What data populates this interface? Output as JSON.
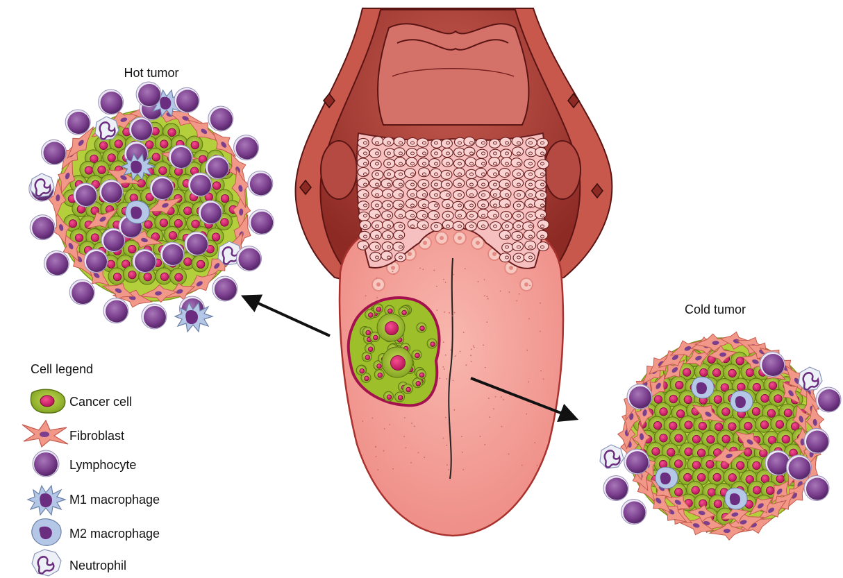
{
  "hot_tumor": {
    "title": "Hot tumor"
  },
  "cold_tumor": {
    "title": "Cold tumor"
  },
  "legend": {
    "title": "Cell legend",
    "items": [
      {
        "icon": "cancer-cell-icon",
        "label": "Cancer cell"
      },
      {
        "icon": "fibroblast-icon",
        "label": "Fibroblast"
      },
      {
        "icon": "lymphocyte-icon",
        "label": "Lymphocyte"
      },
      {
        "icon": "m1-macrophage-icon",
        "label": "M1 macrophage"
      },
      {
        "icon": "m2-macrophage-icon",
        "label": "M2 macrophage"
      },
      {
        "icon": "neutrophil-icon",
        "label": "Neutrophil"
      }
    ]
  },
  "colors": {
    "cancer_cell": "#9dbf2a",
    "cancer_nucleus": "#d4186a",
    "fibroblast": "#f29888",
    "lymphocyte": "#7b3f8e",
    "macrophage": "#a7bfe0",
    "tongue": "#f19a94",
    "tongue_dark": "#a9322e"
  }
}
